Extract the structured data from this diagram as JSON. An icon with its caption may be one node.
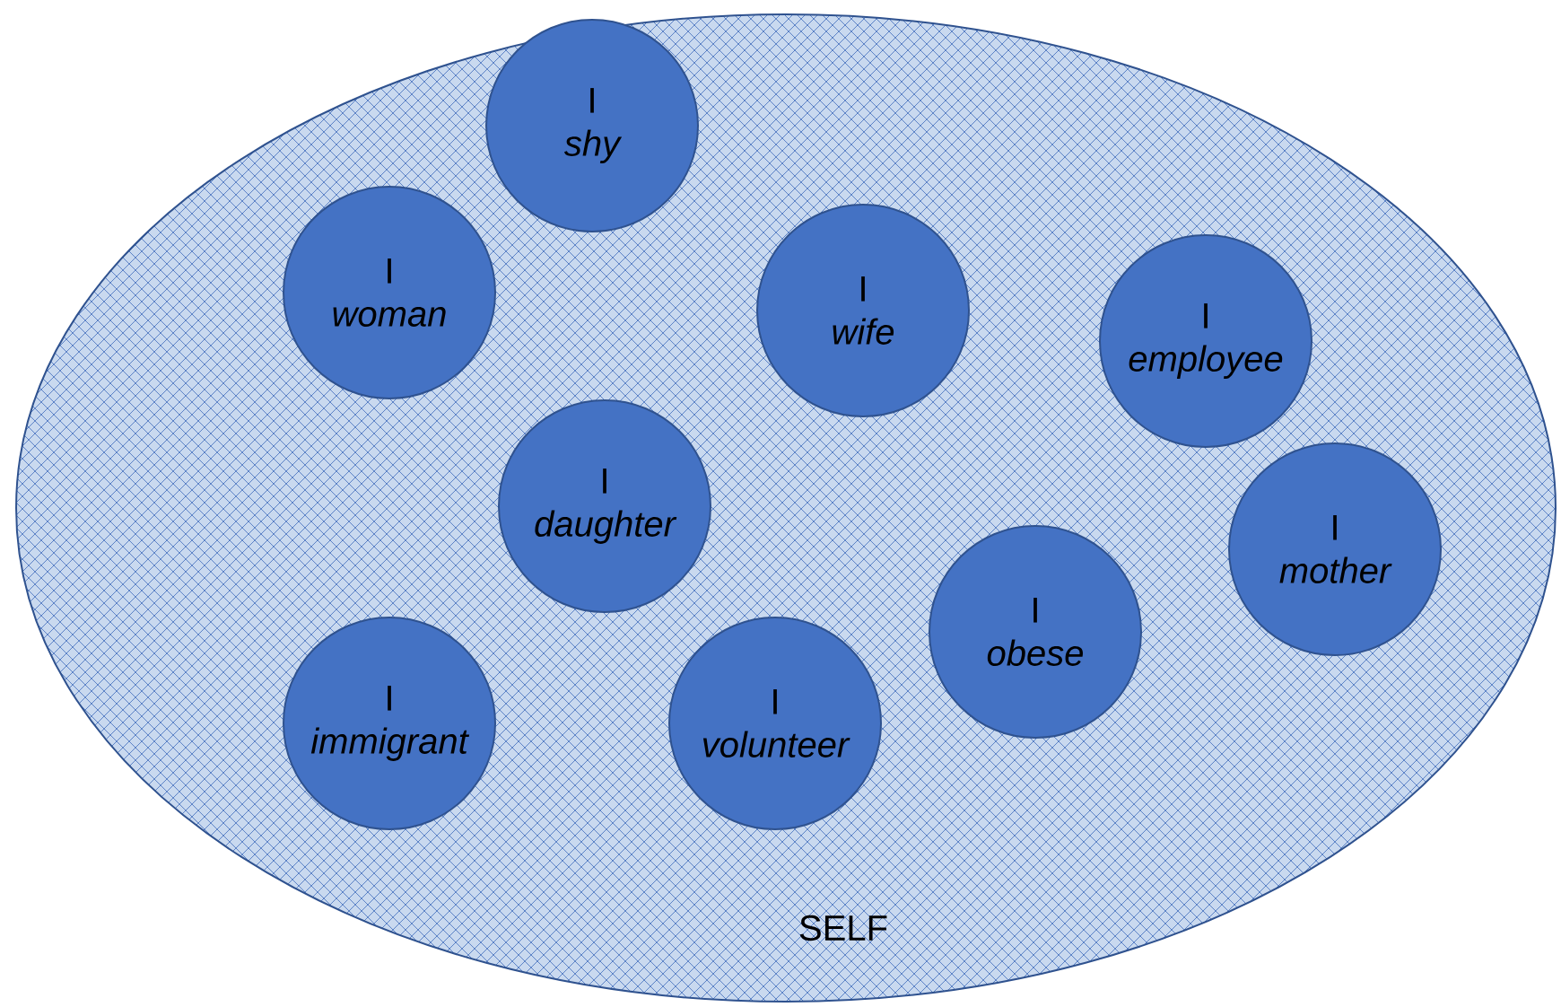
{
  "diagram": {
    "nodes": [
      {
        "text": [
          "SELF"
        ]
      },
      {
        "text": [
          "I",
          "shy"
        ],
        "in": 0
      },
      {
        "text": [
          "I",
          "woman"
        ],
        "in": 0
      },
      {
        "text": [
          "I",
          "wife"
        ],
        "in": 0
      },
      {
        "text": [
          "I",
          "employee"
        ],
        "in": 0
      },
      {
        "text": [
          "I",
          "daughter"
        ],
        "in": 0
      },
      {
        "text": [
          "I",
          "mother"
        ],
        "in": 0
      },
      {
        "text": [
          "I",
          "obese"
        ],
        "in": 0
      },
      {
        "text": [
          "I",
          "immigrant"
        ],
        "in": 0
      },
      {
        "text": [
          "I",
          "volunteer"
        ],
        "in": 0
      }
    ]
  }
}
